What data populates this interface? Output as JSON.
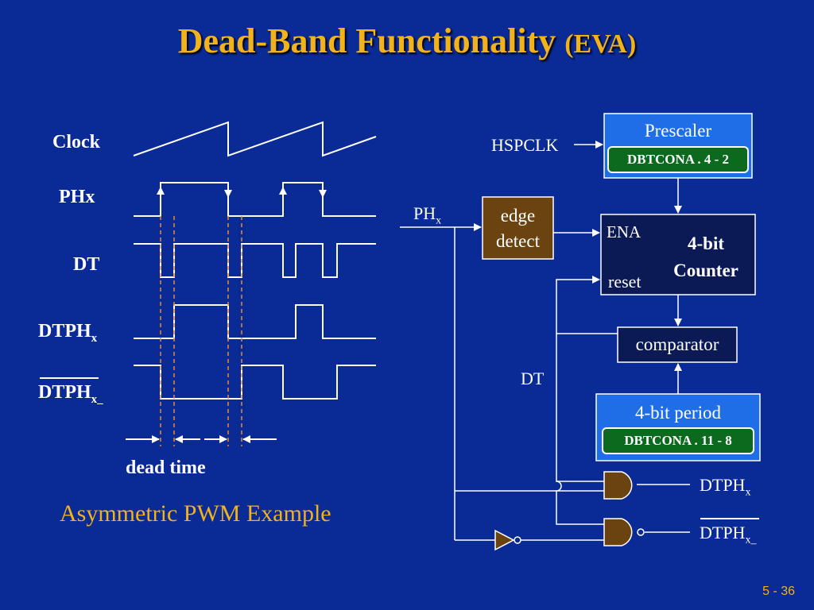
{
  "slide": {
    "title": "Dead-Band Functionality",
    "title_suffix": "(EVA)",
    "page_number": "5 - 36"
  },
  "timing": {
    "clock_label": "Clock",
    "phx_label": "PHx",
    "dt_label": "DT",
    "dtphx_label": "DTPH",
    "dtphx_sub": "x",
    "dtphx_bar_label": "DTPH",
    "dtphx_bar_sub": "x_",
    "dead_time_label": "dead time",
    "example_label": "Asymmetric PWM Example"
  },
  "block": {
    "hspclk": "HSPCLK",
    "phx_in": "PH",
    "phx_in_sub": "x",
    "prescaler_title": "Prescaler",
    "prescaler_reg": "DBTCONA . 4 - 2",
    "edge_detect_1": "edge",
    "edge_detect_2": "detect",
    "ena": "ENA",
    "reset": "reset",
    "counter_1": "4-bit",
    "counter_2": "Counter",
    "comparator": "comparator",
    "dt": "DT",
    "period_title": "4-bit period",
    "period_reg": "DBTCONA . 11 - 8",
    "out_dtphx": "DTPH",
    "out_dtphx_sub": "x",
    "out_dtphx_bar": "DTPH",
    "out_dtphx_bar_sub": "x_"
  },
  "colors": {
    "background": "#0a2a96",
    "title": "#f2b21b",
    "prescaler_box": "#1f6ee8",
    "edge_box": "#6b4310",
    "counter_box": "#0b1a55",
    "register": "#0b6a1d",
    "gate": "#6b4310",
    "dead_time_marker": "#e8892b"
  }
}
